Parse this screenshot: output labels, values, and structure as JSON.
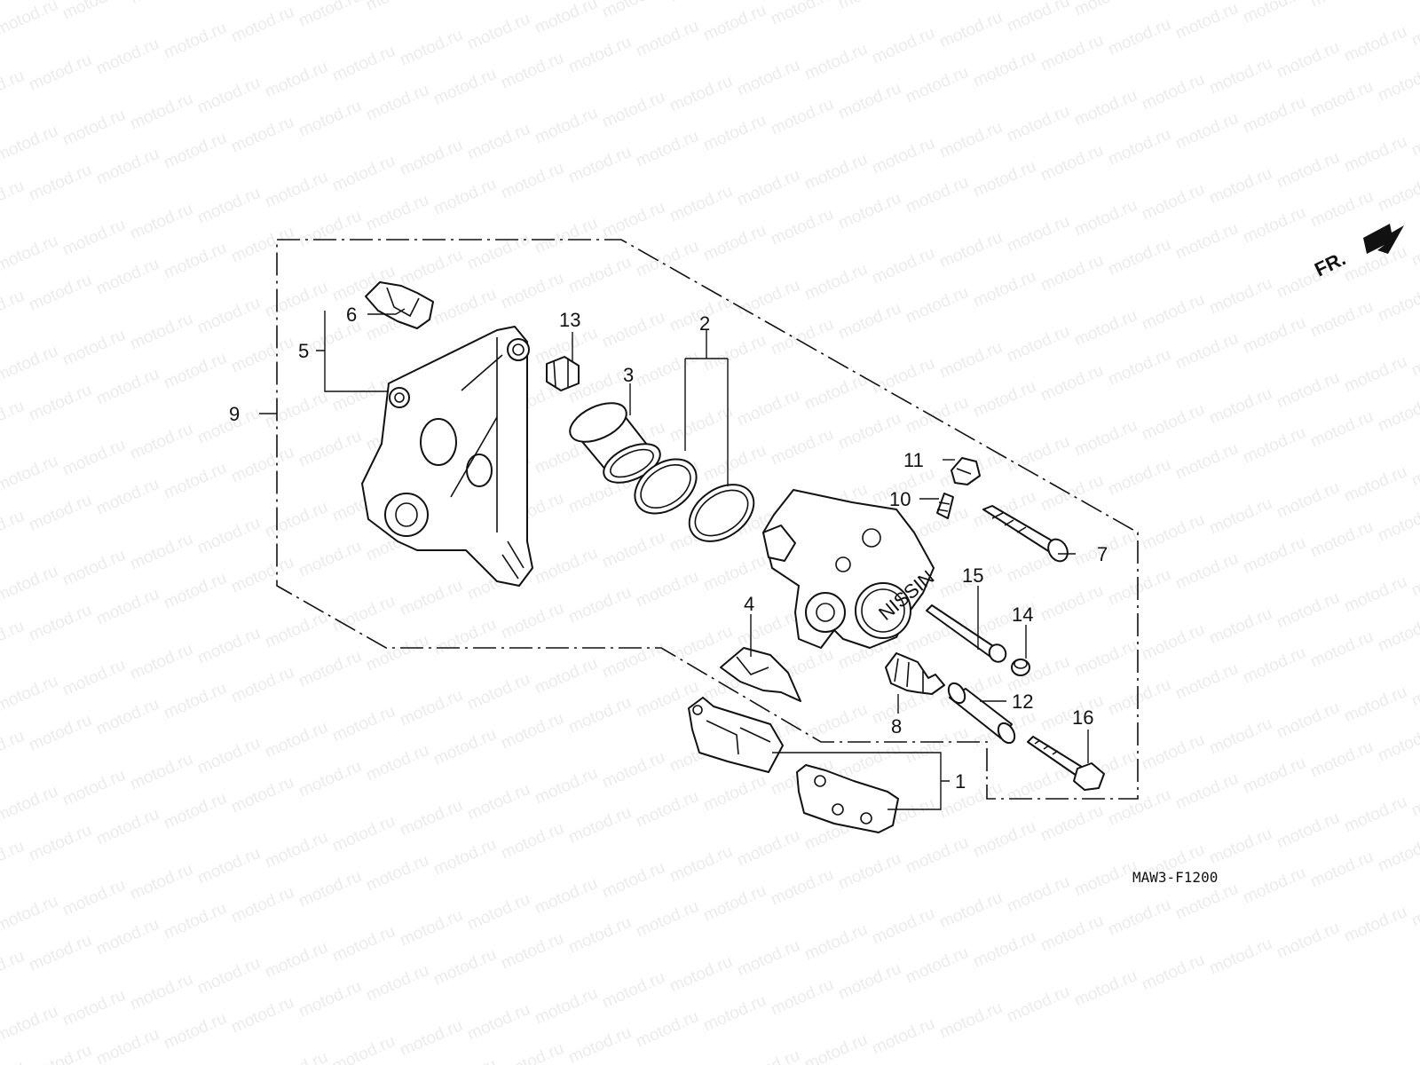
{
  "watermark": "motod.ru",
  "diagram_code": "MAW3-F1200",
  "front_indicator": "FR.",
  "callouts": {
    "c1": "1",
    "c2": "2",
    "c3": "3",
    "c4": "4",
    "c5": "5",
    "c6": "6",
    "c7": "7",
    "c8": "8",
    "c9": "9",
    "c10": "10",
    "c11": "11",
    "c12": "12",
    "c13": "13",
    "c14": "14",
    "c15": "15",
    "c16": "16"
  }
}
